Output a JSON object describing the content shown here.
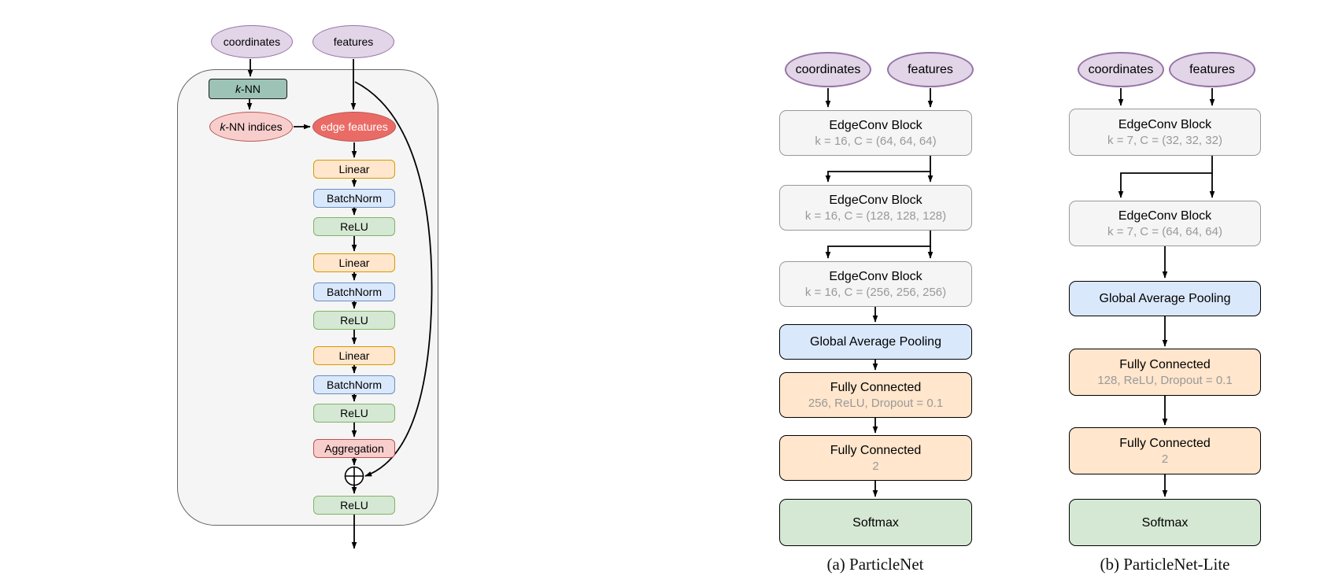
{
  "palette": {
    "purple_fill": "#E1D5E7",
    "purple_stroke": "#9673A6",
    "teal_fill": "#9CC3B6",
    "teal_stroke": "#1A1A1A",
    "red_solid_fill": "#EA6B66",
    "red_stroke": "#B85450",
    "pink_fill": "#F8CECC",
    "orange_fill": "#FFE6CC",
    "orange_stroke": "#D79B00",
    "blue_fill": "#DAE8FC",
    "blue_stroke": "#6C8EBF",
    "green_fill": "#D5E8D4",
    "green_stroke": "#82B366",
    "block_fill": "#F5F5F5",
    "block_stroke": "#999999",
    "container_stroke": "#666666",
    "subtitle_text": "#999999",
    "arrow_color": "#000000"
  },
  "figure": {
    "left": {
      "inputs": [
        {
          "label": "coordinates"
        },
        {
          "label": "features"
        }
      ],
      "knn": {
        "k": "k",
        "rest": "-NN"
      },
      "knn_indices": {
        "k": "k",
        "rest": "-NN indices"
      },
      "edge_features": "edge features",
      "mlp_stack": [
        {
          "label": "Linear"
        },
        {
          "label": "BatchNorm"
        },
        {
          "label": "ReLU"
        },
        {
          "label": "Linear"
        },
        {
          "label": "BatchNorm"
        },
        {
          "label": "ReLU"
        },
        {
          "label": "Linear"
        },
        {
          "label": "BatchNorm"
        },
        {
          "label": "ReLU"
        }
      ],
      "aggregation": "Aggregation",
      "output_relu": "ReLU",
      "sum_node_icon": "circled-plus"
    },
    "particlenet": {
      "caption": "(a) ParticleNet",
      "inputs": [
        "coordinates",
        "features"
      ],
      "edgeconv_blocks": [
        {
          "title": "EdgeConv Block",
          "params": "k = 16, C = (64, 64, 64)"
        },
        {
          "title": "EdgeConv Block",
          "params": "k = 16, C = (128, 128, 128)"
        },
        {
          "title": "EdgeConv Block",
          "params": "k = 16, C = (256, 256, 256)"
        }
      ],
      "pooling": "Global Average Pooling",
      "fc1": {
        "title": "Fully Connected",
        "params": "256, ReLU, Dropout = 0.1"
      },
      "fc2": {
        "title": "Fully Connected",
        "params": "2"
      },
      "softmax": "Softmax"
    },
    "particlenet_lite": {
      "caption": "(b) ParticleNet-Lite",
      "inputs": [
        "coordinates",
        "features"
      ],
      "edgeconv_blocks": [
        {
          "title": "EdgeConv Block",
          "params": "k = 7, C = (32, 32, 32)"
        },
        {
          "title": "EdgeConv Block",
          "params": "k = 7, C = (64, 64, 64)"
        }
      ],
      "pooling": "Global Average Pooling",
      "fc1": {
        "title": "Fully Connected",
        "params": "128, ReLU, Dropout = 0.1"
      },
      "fc2": {
        "title": "Fully Connected",
        "params": "2"
      },
      "softmax": "Softmax"
    }
  }
}
